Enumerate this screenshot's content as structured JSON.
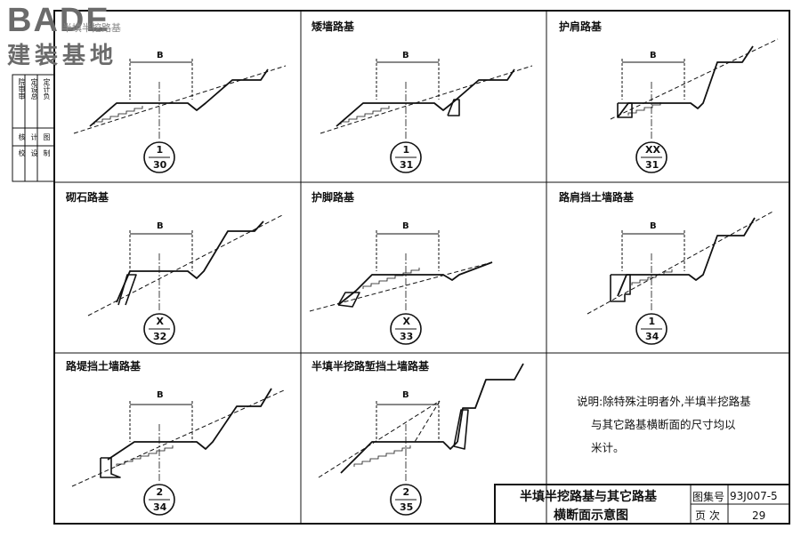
{
  "logo": {
    "brand": "BADE",
    "subtitle": "建装基地",
    "overlay": "半填半挖路基"
  },
  "side_labels": [
    "院审审",
    "定设总",
    "定计负"
  ],
  "side_labels2": [
    "核",
    "计",
    "图"
  ],
  "side_labels3": [
    "校",
    "设",
    "制"
  ],
  "panels": [
    {
      "title": "",
      "b": "B",
      "ref_top": "1",
      "ref_bot": "30"
    },
    {
      "title": "矮墙路基",
      "b": "B",
      "ref_top": "1",
      "ref_bot": "31"
    },
    {
      "title": "护肩路基",
      "b": "B",
      "ref_top": "XX",
      "ref_bot": "31"
    },
    {
      "title": "砌石路基",
      "b": "B",
      "ref_top": "X",
      "ref_bot": "32"
    },
    {
      "title": "护脚路基",
      "b": "B",
      "ref_top": "X",
      "ref_bot": "33"
    },
    {
      "title": "路肩挡土墙路基",
      "b": "B",
      "ref_top": "1",
      "ref_bot": "34"
    },
    {
      "title": "路堤挡土墙路基",
      "b": "B",
      "ref_top": "2",
      "ref_bot": "34"
    },
    {
      "title": "半填半挖路堑挡土墙路基",
      "b": "B",
      "ref_top": "2",
      "ref_bot": "35"
    }
  ],
  "note": {
    "line1": "说明:除特殊注明者外,半填半挖路基",
    "line2": "与其它路基横断面的尺寸均以",
    "line3": "米计。"
  },
  "title_block": {
    "title1": "半填半挖路基与其它路基",
    "title2": "横断面示意图",
    "atlas_label": "图集号",
    "atlas_no": "93J007-5",
    "page_label": "页 次",
    "page_no": "29"
  }
}
